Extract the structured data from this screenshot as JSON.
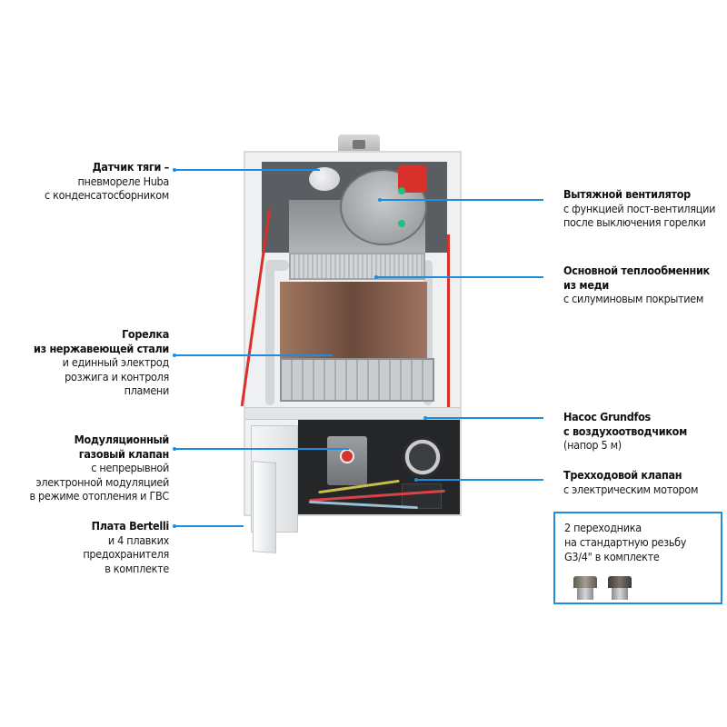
{
  "diagram": {
    "subject": "Gas boiler internal components (cutaway view)",
    "accent_color": "#1e8de0",
    "callouts_left": [
      {
        "id": "draft-sensor",
        "title_lines": [
          "Датчик тяги –"
        ],
        "detail_lines": [
          "пневмореле Huba",
          "с конденсатосборником"
        ]
      },
      {
        "id": "burner",
        "title_lines": [
          "Горелка",
          "из нержавеющей стали"
        ],
        "detail_lines": [
          "и единный электрод",
          "розжига и контроля",
          "пламени"
        ]
      },
      {
        "id": "gas-valve",
        "title_lines": [
          "Модуляционный",
          "газовый клапан"
        ],
        "detail_lines": [
          "с непрерывной",
          "электронной модуляцией",
          "в режиме отопления и ГВС"
        ]
      },
      {
        "id": "control-board",
        "title_lines": [
          "Плата Bertelli"
        ],
        "detail_lines": [
          "и 4 плавких",
          "предохранителя",
          "в комплекте"
        ]
      }
    ],
    "callouts_right": [
      {
        "id": "exhaust-fan",
        "title_lines": [
          "Вытяжной вентилятор"
        ],
        "detail_lines": [
          "с функцией пост-вентиляции",
          "после выключения горелки"
        ]
      },
      {
        "id": "heat-exchanger",
        "title_lines": [
          "Основной теплообменник",
          "из меди"
        ],
        "detail_lines": [
          "с силуминовым покрытием"
        ]
      },
      {
        "id": "pump",
        "title_lines": [
          "Насос Grundfos",
          "с воздухоотводчиком"
        ],
        "detail_lines": [
          "(напор 5 м)"
        ]
      },
      {
        "id": "three-way-valve",
        "title_lines": [
          "Трехходовой клапан"
        ],
        "detail_lines": [
          "с электрическим мотором"
        ]
      }
    ],
    "adapter_box": {
      "lines": [
        "2 переходника",
        "на стандартную резьбу",
        "G3/4\" в комплекте"
      ],
      "icons": [
        "adapter-nut-icon",
        "adapter-nut-icon"
      ]
    }
  }
}
